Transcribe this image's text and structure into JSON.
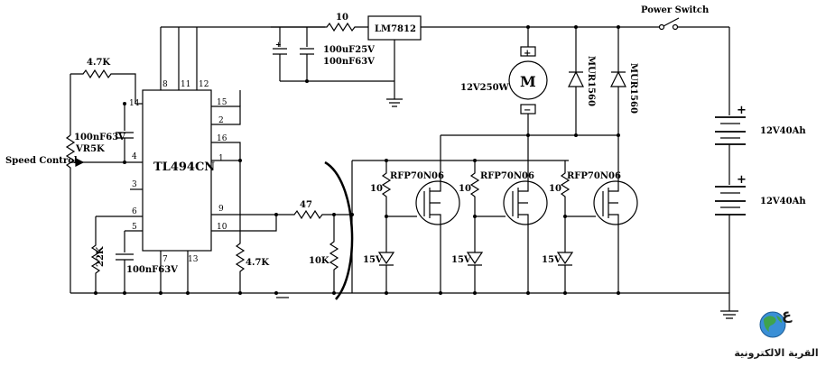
{
  "labels": {
    "ic": "TL494CN",
    "regulator": "LM7812",
    "motor_symbol": "M",
    "motor_rating": "12V250W",
    "power_switch": "Power Switch",
    "speed_control": "Speed Control",
    "pot": "VR5K",
    "r_top": "4.7K",
    "r_right": "4.7K",
    "r_gate_in": "47",
    "r_10k": "10K",
    "r_22k": "22K",
    "r_reg": "10",
    "cap_pins": "100nF63V",
    "cap_bottom": "100nF63V",
    "cap_reg1": "100uF25V",
    "cap_reg2": "100nF63V",
    "diode1": "MUR1560",
    "diode2": "MUR1560",
    "battery1": "12V40Ah",
    "battery2": "12V40Ah",
    "plus1": "+",
    "plus2": "+",
    "motor_plus": "+",
    "motor_minus": "−",
    "mosfets": [
      {
        "part": "RFP70N06",
        "gate_r": "10",
        "zener": "15V"
      },
      {
        "part": "RFP70N06",
        "gate_r": "10",
        "zener": "15V"
      },
      {
        "part": "RFP70N06",
        "gate_r": "10",
        "zener": "15V"
      }
    ],
    "pins": {
      "p8": "8",
      "p11": "11",
      "p12": "12",
      "p14": "14",
      "p15": "15",
      "p2": "2",
      "p16": "16",
      "p1": "1",
      "p4": "4",
      "p3": "3",
      "p6": "6",
      "p5": "5",
      "p9": "9",
      "p10": "10",
      "p7": "7",
      "p13": "13"
    }
  },
  "watermark": "القرية الالكترونية",
  "colors": {
    "line": "#000000",
    "background": "#ffffff",
    "globe": "#3a8fd6",
    "land": "#3fa34d"
  }
}
